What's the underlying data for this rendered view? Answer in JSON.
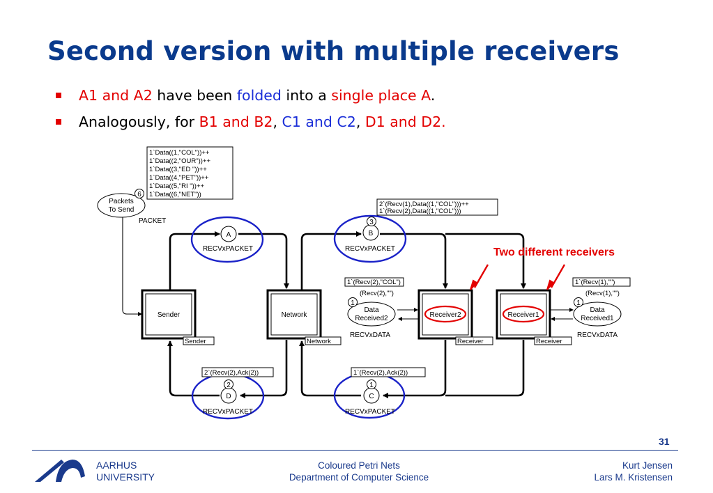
{
  "title": "Second version with multiple receivers",
  "bullets": [
    {
      "parts": [
        "A1 and A2",
        " have been ",
        "folded",
        " into a ",
        "single place A",
        "."
      ]
    },
    {
      "parts": [
        "Analogously, for ",
        "B1 and B2",
        ", ",
        "C1 and C2",
        ", ",
        "D1 and D2."
      ]
    }
  ],
  "diagram": {
    "packets_label_1": "Packets",
    "packets_label_2": "To Send",
    "packets_count": "6",
    "packets_type": "PACKET",
    "packets_marking": [
      "1`Data((1,\"COL\"))++",
      "1`Data((2,\"OUR\"))++",
      "1`Data((3,\"ED \"))++",
      "1`Data((4,\"PET\"))++",
      "1`Data((5,\"RI  \"))++",
      "1`Data((6,\"NET\"))"
    ],
    "place_a": "A",
    "place_b": "B",
    "place_c": "C",
    "place_d": "D",
    "recvxpacket": "RECVxPACKET",
    "b_count": "3",
    "b_marking": [
      "2`(Recv(1),Data((1,\"COL\")))++",
      "1`(Recv(2),Data((1,\"COL\")))"
    ],
    "c_count": "1",
    "c_marking": "1`(Recv(2),Ack(2))",
    "d_count": "2",
    "d_marking": "2`(Recv(2),Ack(2))",
    "sender": "Sender",
    "network": "Network",
    "receiver2": "Receiver2",
    "receiver1": "Receiver1",
    "receiver_tag": "Receiver",
    "sender_tag": "Sender",
    "network_tag": "Network",
    "data_received": "Data",
    "data_received2": "Received2",
    "data_received1": "Received1",
    "recvxdata": "RECVxDATA",
    "dr2_count": "1",
    "dr2_marking": "1`(Recv(2),\"COL\")",
    "dr2_init": "(Recv(2),\"\")",
    "dr1_count": "1",
    "dr1_marking": "1`(Recv(1),\"\")",
    "dr1_init": "(Recv(1),\"\")",
    "annotation": "Two different receivers"
  },
  "colors": {
    "title": "#0a3a8c",
    "red": "#e30000",
    "blue": "#1a2ed8",
    "ellipse": "#1a22c8"
  },
  "footer": {
    "page": "31",
    "uni_1": "AARHUS",
    "uni_2": "UNIVERSITY",
    "mid_1": "Coloured Petri Nets",
    "mid_2": "Department of Computer Science",
    "right_1": "Kurt Jensen",
    "right_2": "Lars M. Kristensen"
  }
}
